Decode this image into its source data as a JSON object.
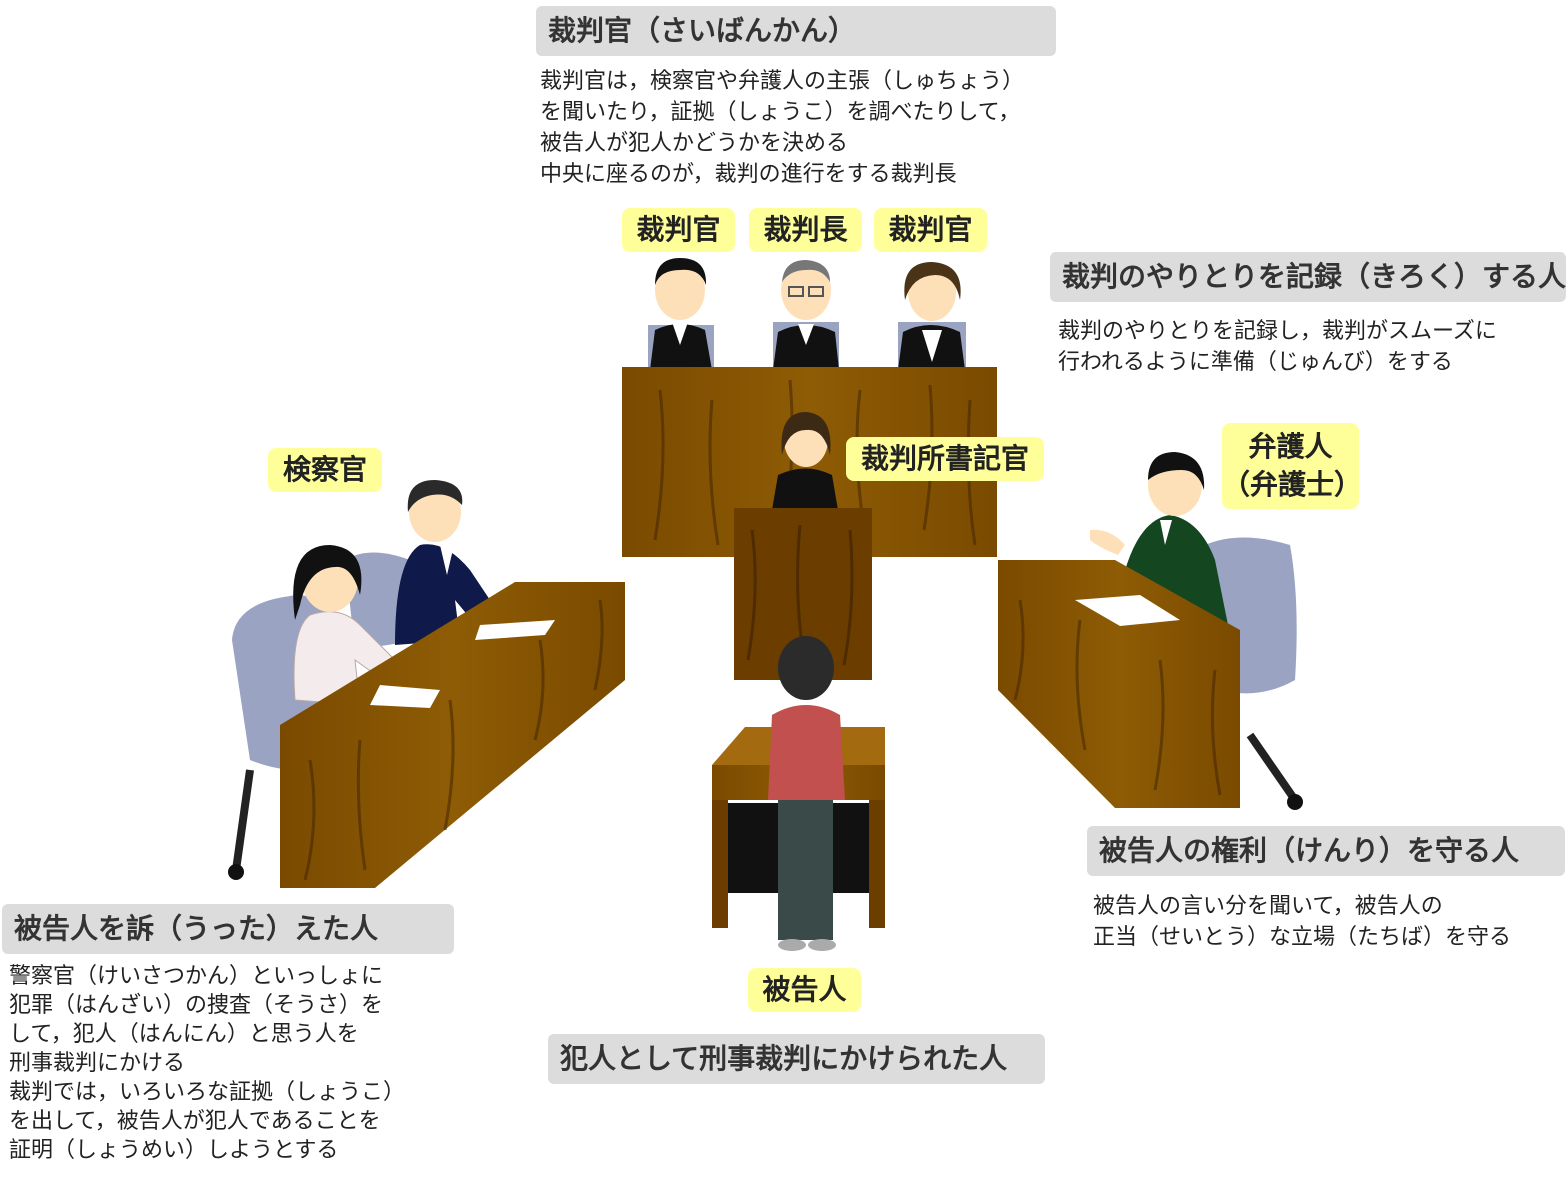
{
  "judge_section": {
    "heading": "裁判官（さいばんかん）",
    "description": "裁判官は，検察官や弁護人の主張（しゅちょう）\nを聞いたり，証拠（しょうこ）を調べたりして，\n被告人が犯人かどうかを決める\n中央に座るのが，裁判の進行をする裁判長"
  },
  "clerk_section": {
    "heading": "裁判のやりとりを記録（きろく）する人",
    "description": "裁判のやりとりを記録し，裁判がスムーズに\n行われるように準備（じゅんび）をする"
  },
  "prosecutor_section": {
    "heading": "被告人を訴（うった）えた人",
    "description": "警察官（けいさつかん）といっしょに\n犯罪（はんざい）の捜査（そうさ）を\nして，犯人（はんにん）と思う人を\n刑事裁判にかける\n裁判では，いろいろな証拠（しょうこ）\nを出して，被告人が犯人であることを\n証明（しょうめい）しようとする"
  },
  "defense_section": {
    "heading": "被告人の権利（けんり）を守る人",
    "description": "被告人の言い分を聞いて，被告人の\n正当（せいとう）な立場（たちば）を守る"
  },
  "defendant_section": {
    "heading": "犯人として刑事裁判にかけられた人"
  },
  "labels": {
    "judge_left": "裁判官",
    "chief_judge": "裁判長",
    "judge_right": "裁判官",
    "clerk": "裁判所書記官",
    "prosecutor": "検察官",
    "defense_line1": "弁護人",
    "defense_line2": "（弁護士）",
    "defendant": "被告人"
  },
  "colors": {
    "wood": "#8b5a00",
    "wood_dark": "#6b3e00",
    "label_bg": "#ffff99",
    "heading_bg": "#dcdcdc",
    "chair": "#9aa4c2"
  }
}
